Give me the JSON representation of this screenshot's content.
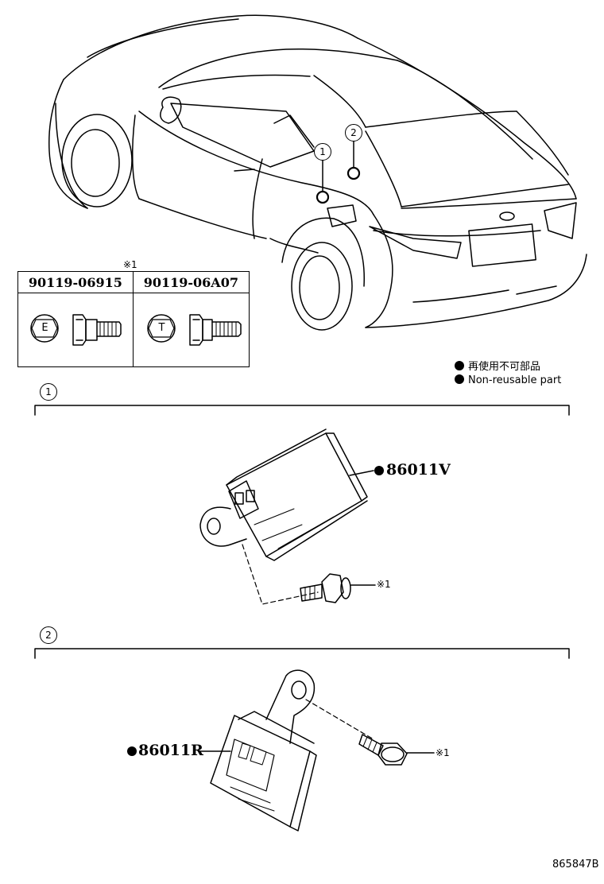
{
  "note_mark_bolt_table": "※1",
  "bolt_table": {
    "columns": [
      {
        "part_no": "90119-06915",
        "head_mark": "E"
      },
      {
        "part_no": "90119-06A07",
        "head_mark": "T"
      }
    ]
  },
  "callouts": {
    "c1": "1",
    "c2": "2"
  },
  "legend": {
    "line_jp": "再使用不可部品",
    "line_en": "Non-reusable part"
  },
  "sections": [
    {
      "number": "1",
      "part_no": "86011V",
      "bolt_ref": "※1"
    },
    {
      "number": "2",
      "part_no": "86011R",
      "bolt_ref": "※1"
    }
  ],
  "diagram_id": "865847B"
}
